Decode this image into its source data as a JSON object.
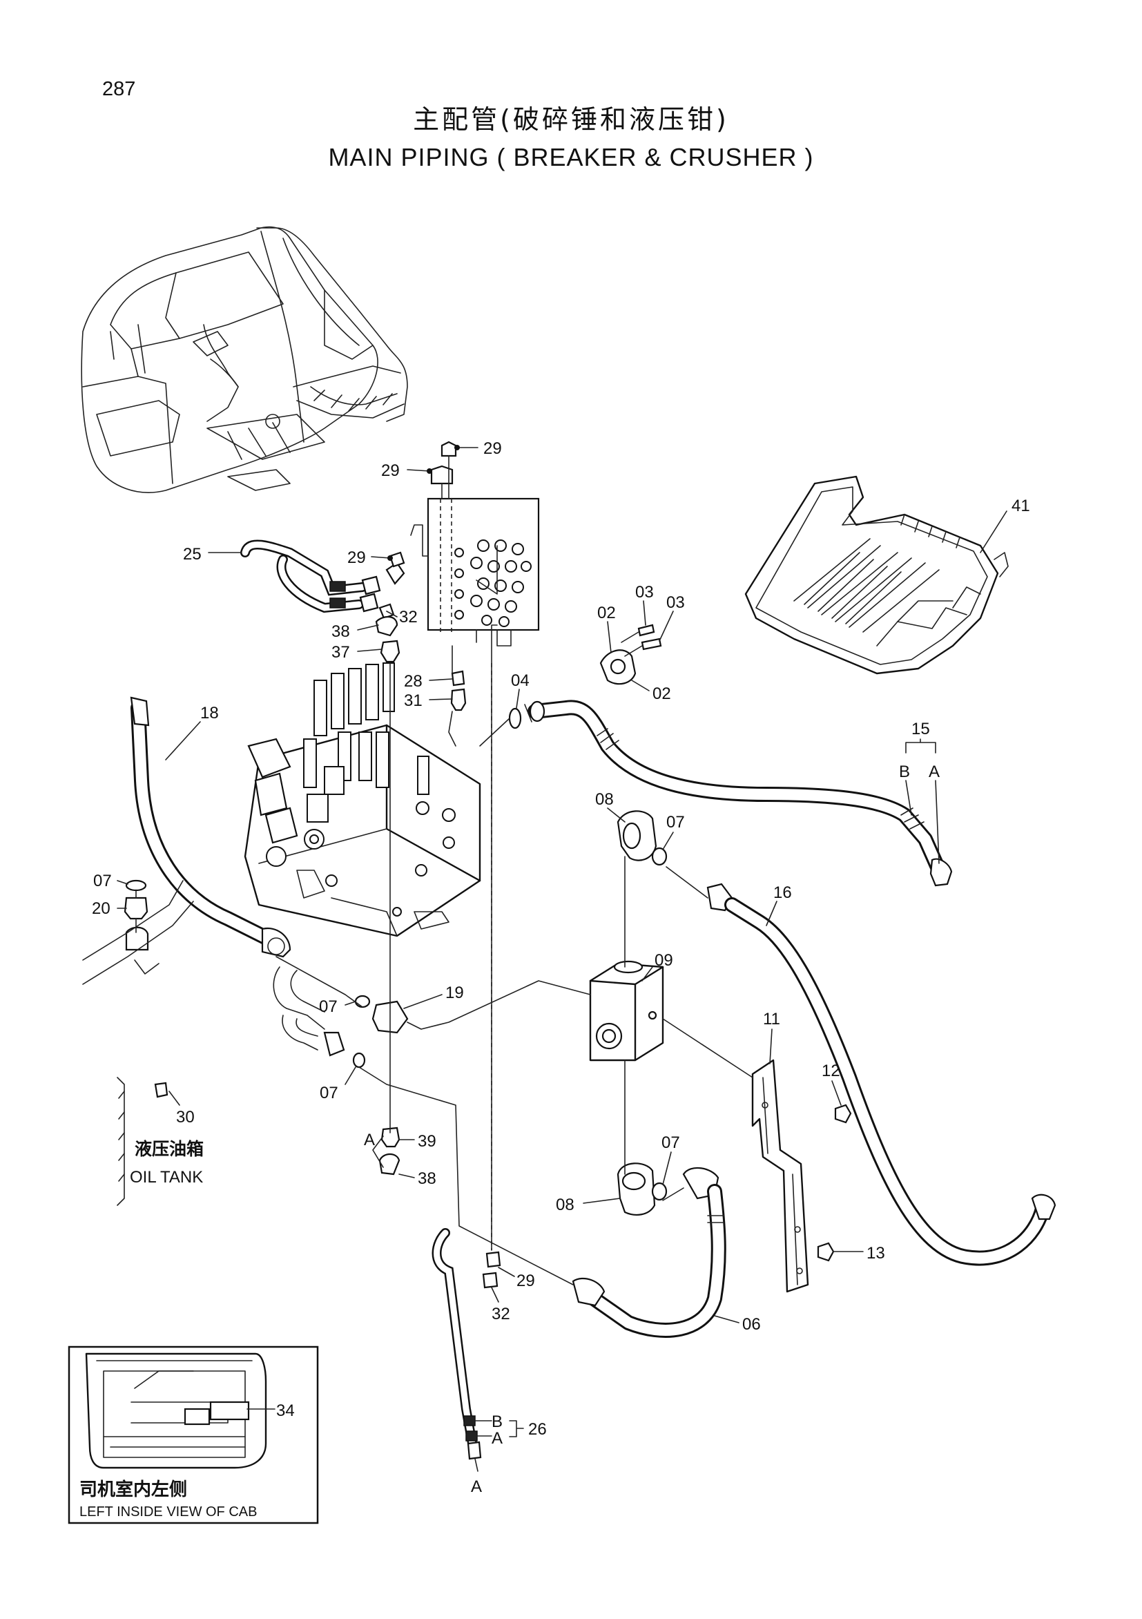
{
  "page_number": "287",
  "title_cn": "主配管(破碎锤和液压钳)",
  "title_en": "MAIN PIPING ( BREAKER & CRUSHER )",
  "inset_oil_tank": {
    "label_cn": "液压油箱",
    "label_en": "OIL TANK"
  },
  "inset_cab": {
    "label_cn": "司机室内左侧",
    "label_en": "LEFT INSIDE VIEW OF CAB"
  },
  "callouts": {
    "c29a": "29",
    "c29b": "29",
    "c29c": "29",
    "c29d": "29",
    "c25": "25",
    "c32a": "32",
    "c32b": "32",
    "c38a": "38",
    "c38b": "38",
    "c37": "37",
    "c28": "28",
    "c31": "31",
    "c02a": "02",
    "c02b": "02",
    "c03a": "03",
    "c03b": "03",
    "c04": "04",
    "c41": "41",
    "c15": "15",
    "cB15": "B",
    "cA15": "A",
    "c18": "18",
    "c08a": "08",
    "c08b": "08",
    "c07a": "07",
    "c07b": "07",
    "c07c": "07",
    "c07d": "07",
    "c07e": "07",
    "c16": "16",
    "c20": "20",
    "c09": "09",
    "c19": "19",
    "c11": "11",
    "c12": "12",
    "c30": "30",
    "cA39": "A",
    "c39": "39",
    "c13": "13",
    "c06": "06",
    "c34": "34",
    "cB26": "B",
    "cA26": "A",
    "c26": "26",
    "cA_bottom": "A"
  }
}
